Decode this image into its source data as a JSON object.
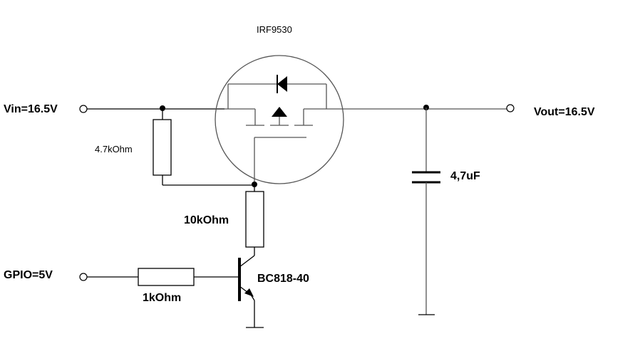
{
  "labels": {
    "vin": "Vin=16.5V",
    "vout": "Vout=16.5V",
    "gpio": "GPIO=5V",
    "mosfet": "IRF9530",
    "r_gate": "4.7kOhm",
    "r_collector": "10kOhm",
    "r_base": "1kOhm",
    "capacitor": "4,7uF",
    "transistor": "BC818-40"
  }
}
